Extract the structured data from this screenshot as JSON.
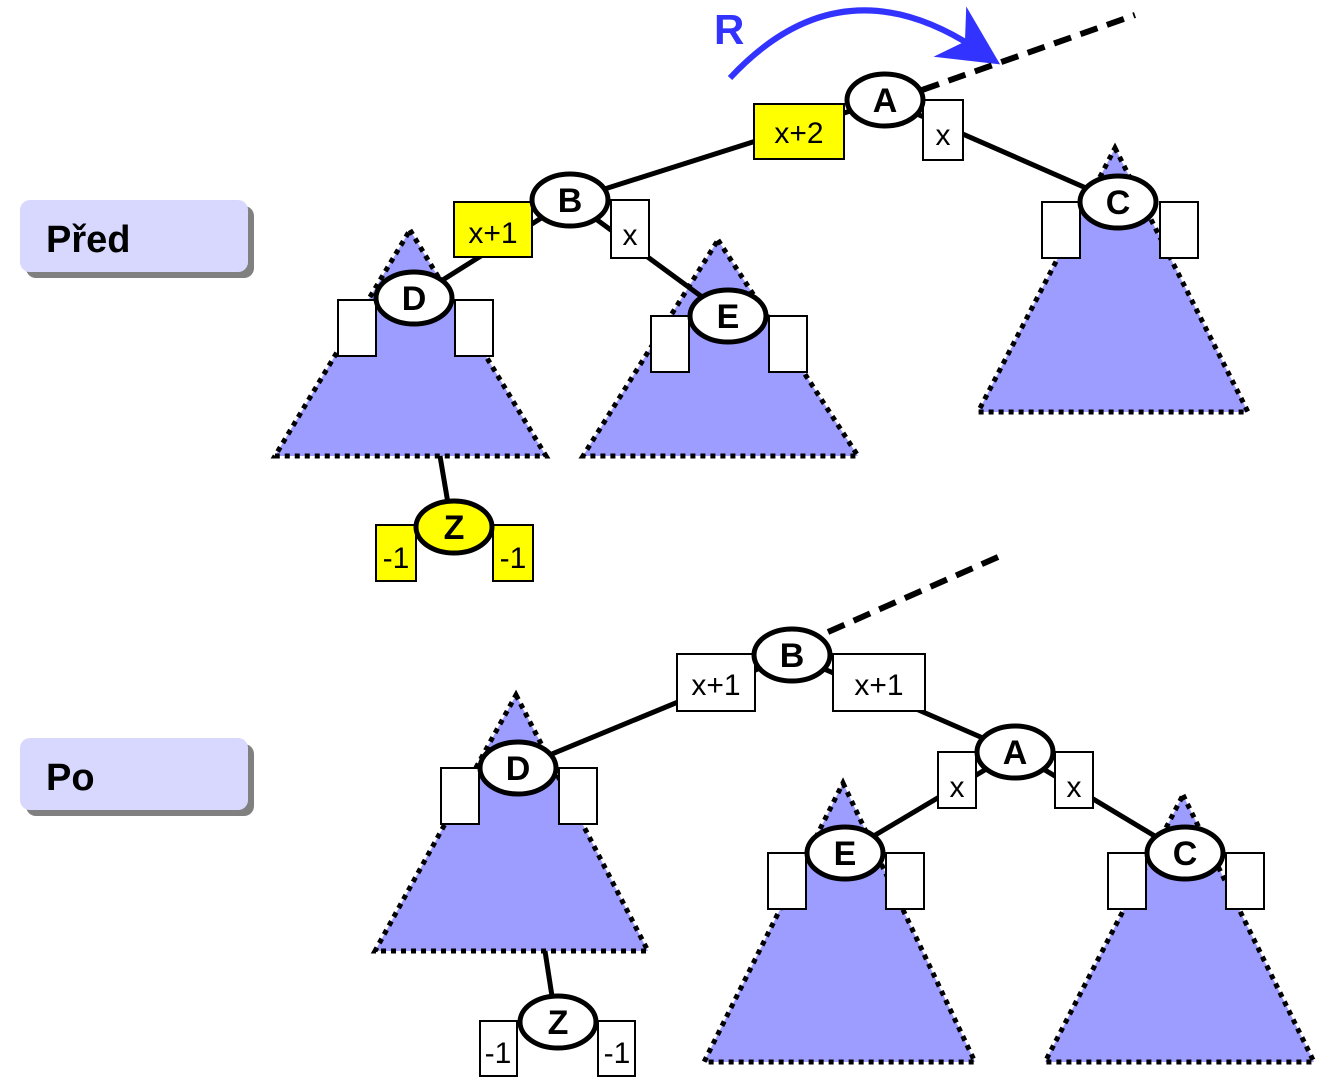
{
  "colors": {
    "subtree_fill": "#9d9dff",
    "highlight": "#ffff00",
    "label_fill": "#d8d8ff",
    "rotation_arrow": "#3333ff",
    "stroke": "#000000",
    "box_fill": "#ffffff"
  },
  "labels": {
    "before": "Před",
    "after": "Po"
  },
  "rotation": {
    "label": "R"
  },
  "before": {
    "nodes": {
      "A": "A",
      "B": "B",
      "C": "C",
      "D": "D",
      "E": "E",
      "Z": "Z"
    },
    "balances": {
      "a_left": "x+2",
      "a_right": "x",
      "b_left": "x+1",
      "b_right": "x",
      "z_left": "-1",
      "z_right": "-1"
    }
  },
  "after": {
    "nodes": {
      "A": "A",
      "B": "B",
      "C": "C",
      "D": "D",
      "E": "E",
      "Z": "Z"
    },
    "balances": {
      "b_left": "x+1",
      "b_right": "x+1",
      "a_left": "x",
      "a_right": "x",
      "z_left": "-1",
      "z_right": "-1"
    }
  }
}
